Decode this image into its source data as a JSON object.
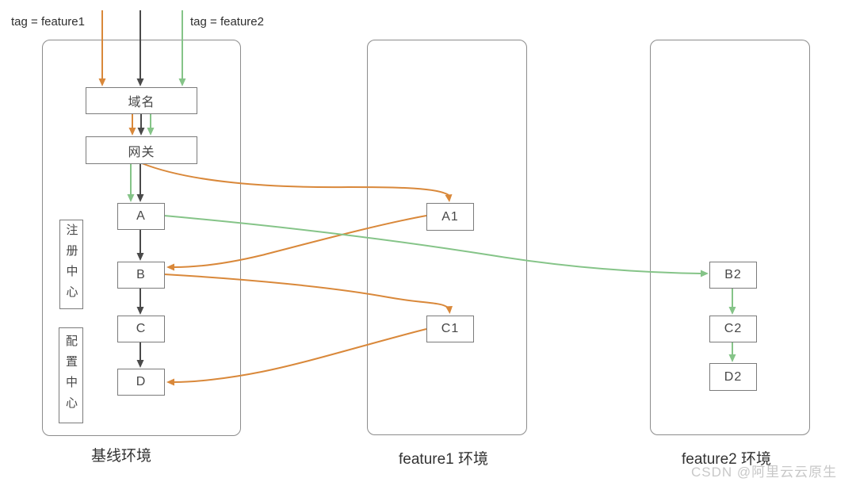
{
  "colors": {
    "orange": "#d9883a",
    "green": "#85c488",
    "black": "#4a4a4a",
    "box_border": "#7b7b7b",
    "env_border": "#8c8c8c",
    "watermark_gray": "#c8c8c8"
  },
  "tags": {
    "feature1": "tag = feature1",
    "feature2": "tag = feature2"
  },
  "environments": {
    "baseline": {
      "label": "基线环境",
      "registry_center": "注册中心",
      "config_center": "配置中心",
      "nodes": {
        "domain": "域名",
        "gateway": "网关",
        "a": "A",
        "b": "B",
        "c": "C",
        "d": "D"
      }
    },
    "feature1": {
      "label": "feature1 环境",
      "nodes": {
        "a1": "A1",
        "c1": "C1"
      }
    },
    "feature2": {
      "label": "feature2 环境",
      "nodes": {
        "b2": "B2",
        "c2": "C2",
        "d2": "D2"
      }
    }
  },
  "watermark": "CSDN @阿里云云原生"
}
